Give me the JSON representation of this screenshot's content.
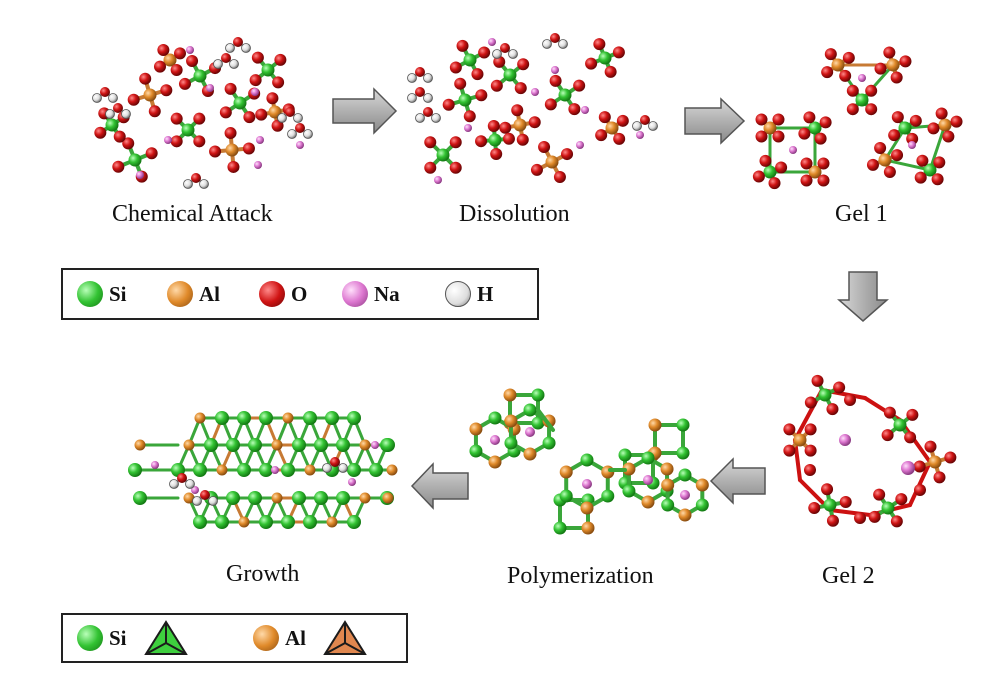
{
  "stages": {
    "chemical_attack": "Chemical Attack",
    "dissolution": "Dissolution",
    "gel1": "Gel 1",
    "gel2": "Gel 2",
    "polymerization": "Polymerization",
    "growth": "Growth"
  },
  "legend_atoms": [
    {
      "symbol": "Si",
      "color": "#2fc42f"
    },
    {
      "symbol": "Al",
      "color": "#e08a2a"
    },
    {
      "symbol": "O",
      "color": "#d41515"
    },
    {
      "symbol": "Na",
      "color": "#e07ad8"
    },
    {
      "symbol": "H",
      "color": "#f2f2f2"
    }
  ],
  "legend_tetra": [
    {
      "symbol": "Si",
      "color": "#2fc42f",
      "tetra_color": "#3ecf3e"
    },
    {
      "symbol": "Al",
      "color": "#e08a2a",
      "tetra_color": "#e0874f"
    }
  ],
  "colors": {
    "si": "#33c333",
    "al": "#d98a3a",
    "o": "#cc1111",
    "na": "#dd77d0",
    "h": "#eeeeee",
    "bond_green": "#3aa63a",
    "bond_orange": "#c77a34",
    "arrow": "#b5b5b5"
  }
}
